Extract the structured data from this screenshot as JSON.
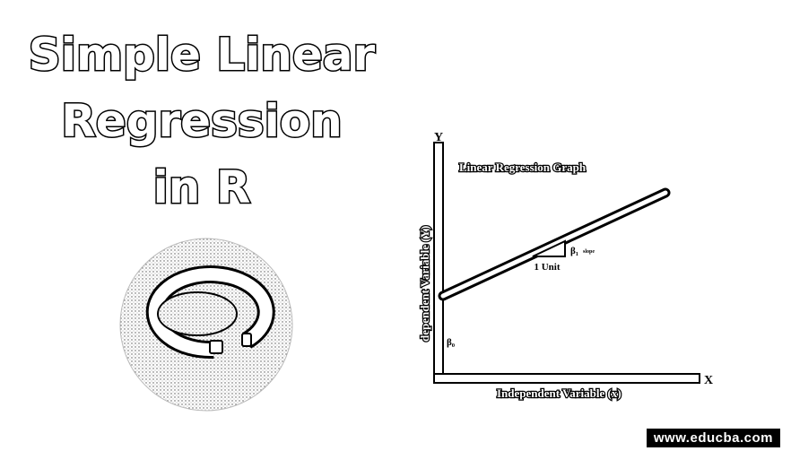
{
  "title": {
    "line1": "Simple Linear",
    "line2": "Regression",
    "line3": "in R"
  },
  "graph": {
    "title": "Linear Regression Graph",
    "y_axis_label": "dependent Variable (Y)",
    "x_axis_label": "Independent Variable (x)",
    "y_axis_letter": "Y",
    "x_axis_letter": "X",
    "intercept_label": "β₀",
    "slope_label": "β₁",
    "unit_label": "1 Unit",
    "slope_note": "slope"
  },
  "watermark": {
    "text": "www.educba.com"
  }
}
